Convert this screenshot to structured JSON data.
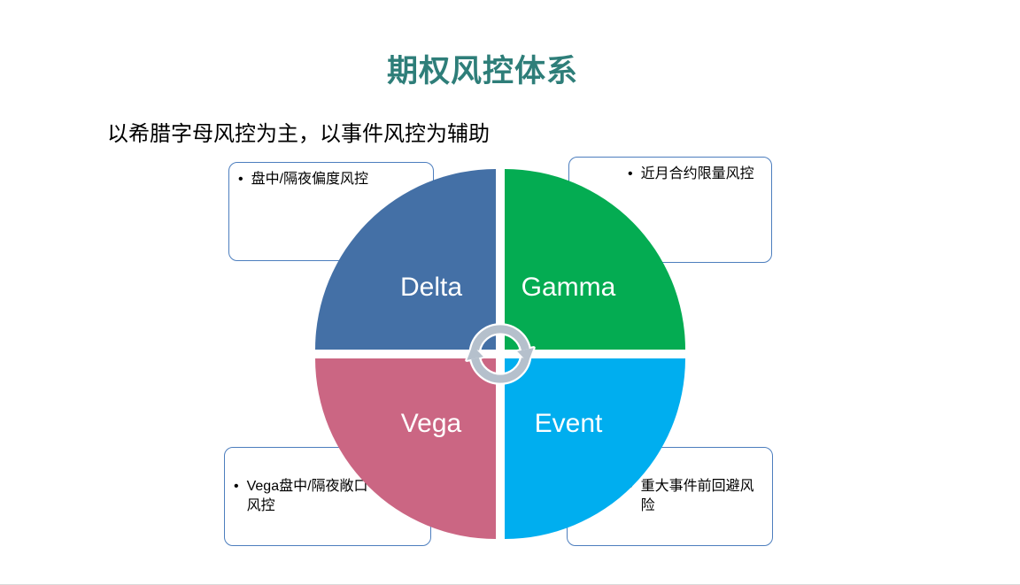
{
  "title": {
    "text": "期权风控体系",
    "color": "#2E7E79"
  },
  "subtitle": "以希腊字母风控为主，以事件风控为辅助",
  "bullet": "•",
  "quadrants": {
    "delta": {
      "label": "Delta",
      "color": "#4470A6",
      "callout": "盘中/隔夜偏度风控"
    },
    "gamma": {
      "label": "Gamma",
      "color": "#04AC52",
      "callout": "近月合约限量风控"
    },
    "vega": {
      "label": "Vega",
      "color": "#CB6683",
      "callout": "Vega盘中/隔夜敞口\n风控"
    },
    "event": {
      "label": "Event",
      "color": "#00AEEF",
      "callout": "重大事件前回避风\n险"
    }
  },
  "colors": {
    "callout_border": "#4D7EBE",
    "arrows": "#B5C0CC",
    "text": "#000000"
  }
}
